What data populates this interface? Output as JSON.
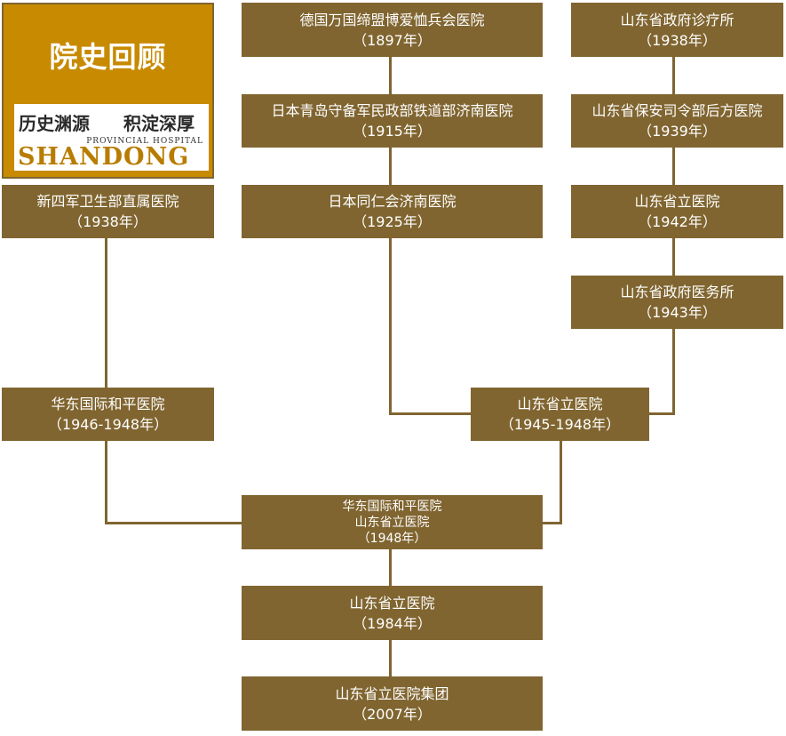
{
  "title_card": {
    "title": "院史回顾",
    "slogan_left": "历史渊源",
    "slogan_right": "积淀深厚",
    "subtitle_en": "PROVINCIAL HOSPITAL",
    "brand_en": "SHANDONG"
  },
  "colors": {
    "node": "#806530",
    "title_bg": "#c78a00",
    "text": "#ffffff",
    "brand": "#b87c00"
  },
  "nodes": {
    "xinsijun": {
      "name": "新四军卫生部直属医院",
      "year": "（1938年）"
    },
    "huadong_peace": {
      "name": "华东国际和平医院",
      "year": "（1946-1948年）"
    },
    "germany": {
      "name": "德国万国缔盟博爱恤兵会医院",
      "year": "（1897年）"
    },
    "japan_railway": {
      "name": "日本青岛守备军民政部铁道部济南医院",
      "year": "（1915年）"
    },
    "japan_tongren": {
      "name": "日本同仁会济南医院",
      "year": "（1925年）"
    },
    "gov_clinic": {
      "name": "山东省政府诊疗所",
      "year": "（1938年）"
    },
    "security_rear": {
      "name": "山东省保安司令部后方医院",
      "year": "（1939年）"
    },
    "provincial_1942": {
      "name": "山东省立医院",
      "year": "（1942年）"
    },
    "gov_medical": {
      "name": "山东省政府医务所",
      "year": "（1943年）"
    },
    "provincial_1945": {
      "name": "山东省立医院",
      "year": "（1945-1948年）"
    },
    "merged_1948": {
      "line1": "华东国际和平医院",
      "line2": "山东省立医院",
      "year": "（1948年）"
    },
    "provincial_1984": {
      "name": "山东省立医院",
      "year": "（1984年）"
    },
    "group_2007": {
      "name": "山东省立医院集团",
      "year": "（2007年）"
    }
  }
}
